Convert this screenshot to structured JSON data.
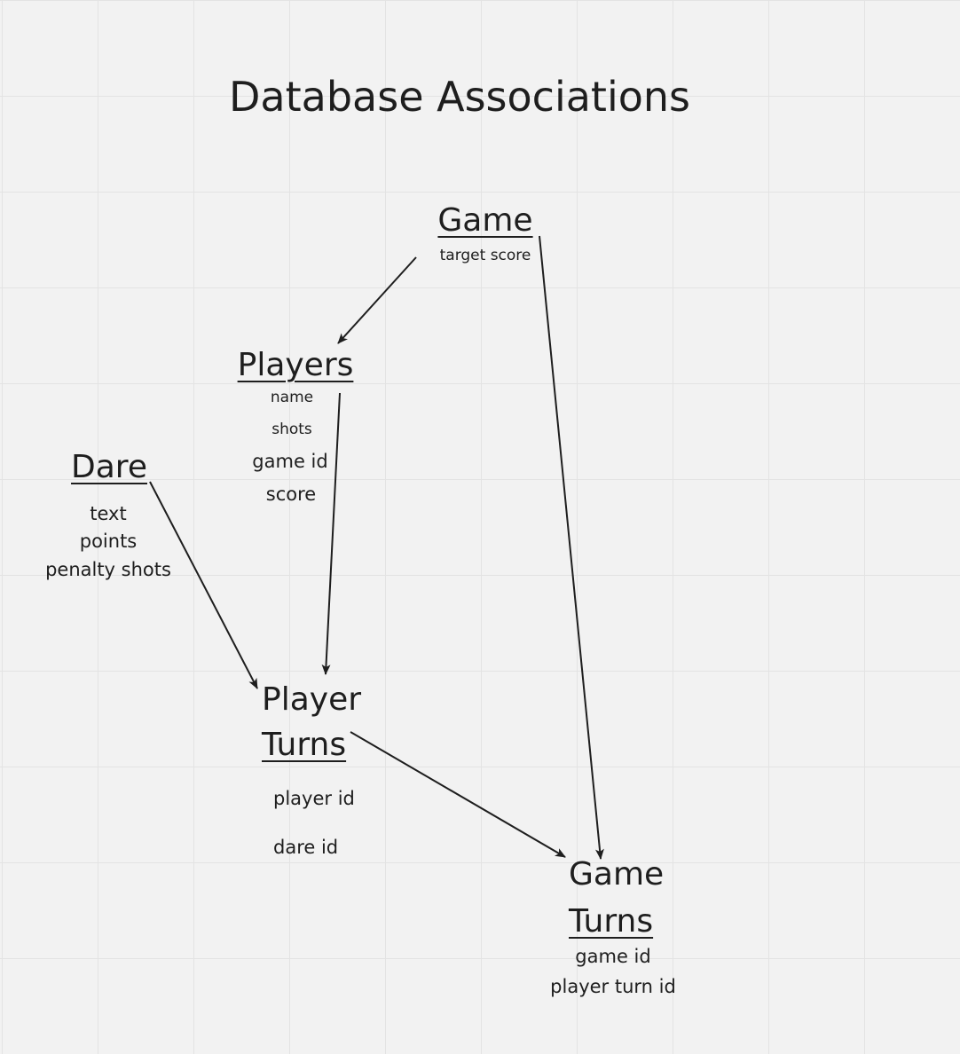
{
  "title": "Database Associations",
  "entities": {
    "game": {
      "name": "Game",
      "fields": [
        "target score"
      ]
    },
    "players": {
      "name": "Players",
      "fields": [
        "name",
        "shots",
        "game id",
        "score"
      ]
    },
    "dare": {
      "name": "Dare",
      "fields": [
        "text",
        "points",
        "penalty shots"
      ]
    },
    "player_turns": {
      "name_line1": "Player",
      "name_line2": "Turns",
      "fields": [
        "player id",
        "dare id"
      ]
    },
    "game_turns": {
      "name_line1": "Game",
      "name_line2": "Turns",
      "fields": [
        "game id",
        "player turn id"
      ]
    }
  },
  "colors": {
    "background": "#f2f2f2",
    "grid": "#e3e3e3",
    "ink": "#1e1e1e"
  }
}
